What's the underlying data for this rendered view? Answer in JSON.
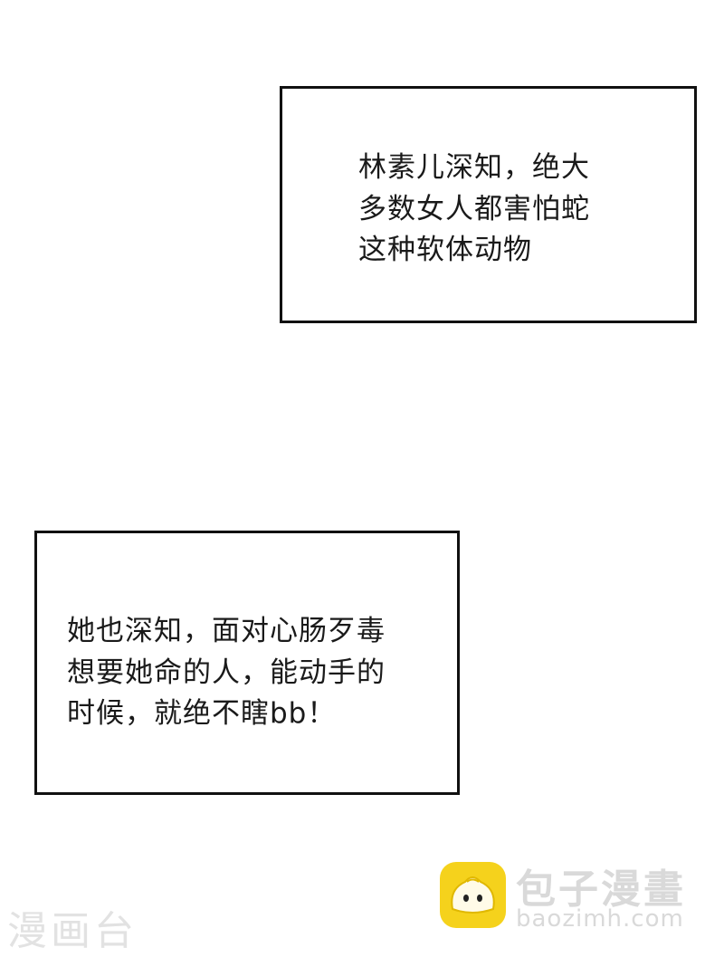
{
  "captions": [
    {
      "lines": [
        "林素儿深知，绝大",
        "多数女人都害怕蛇",
        "这种软体动物"
      ]
    },
    {
      "lines": [
        "她也深知，面对心肠歹毒",
        "想要她命的人，能动手的",
        "时候，就绝不瞎bb！"
      ]
    }
  ],
  "watermarks": {
    "left_text": "漫画台",
    "site_name": "包子漫畫",
    "site_domain": "baozimh.com",
    "logo_icon": "bun-mascot-icon"
  },
  "colors": {
    "background": "#ffffff",
    "border": "#111111",
    "text": "#1a1a1a",
    "logo": "#f5d21c",
    "watermark": "#d9d9d9"
  }
}
